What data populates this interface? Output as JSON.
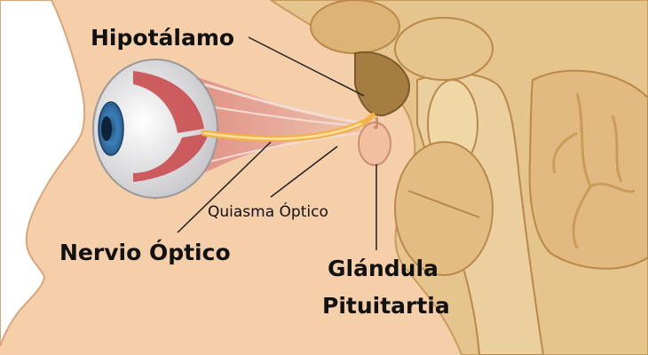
{
  "labels": {
    "hypothalamus": "Hipotálamo",
    "optic_chiasm": "Quiasma Óptico",
    "optic_nerve": "Nervio Óptico",
    "pituitary_line1": "Glándula",
    "pituitary_line2": "Pituitartia"
  },
  "colors": {
    "skin": "#f5ceaa",
    "skin_outline": "#d9a57c",
    "brain_tan": "#e6c48e",
    "brain_dark": "#d3a964",
    "hypothalamus": "#a57d41",
    "optic_nerve": "#f2b24a",
    "eye_muscle": "#c94448",
    "iris": "#3b7fb8"
  }
}
